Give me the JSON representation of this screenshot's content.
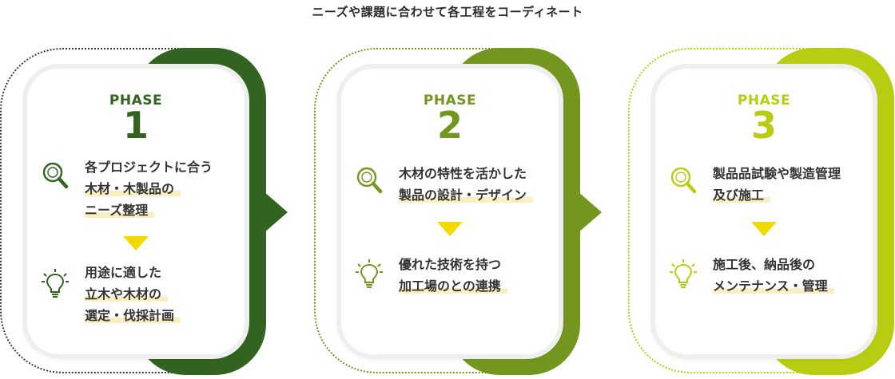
{
  "heading": "ニーズや課題に合わせて各工程をコーディネート",
  "phases": [
    {
      "label": "PHASE",
      "number": "1",
      "color": "#326320",
      "items": [
        {
          "icon": "magnifier-icon",
          "lines": [
            "各プロジェクトに合う",
            "木材・木製品の",
            "ニーズ整理"
          ]
        },
        {
          "icon": "lightbulb-icon",
          "lines": [
            "用途に適した",
            "立木や木材の",
            "選定・伐採計画"
          ]
        }
      ]
    },
    {
      "label": "PHASE",
      "number": "2",
      "color": "#73961f",
      "items": [
        {
          "icon": "magnifier-icon",
          "lines": [
            "木材の特性を活かした",
            "製品の設計・デザイン"
          ]
        },
        {
          "icon": "lightbulb-icon",
          "lines": [
            "優れた技術を持つ",
            "加工場のとの連携"
          ]
        }
      ]
    },
    {
      "label": "PHASE",
      "number": "3",
      "color": "#b8cc12",
      "items": [
        {
          "icon": "magnifier-icon",
          "lines": [
            "製品品試験や製造管理",
            "及び施工"
          ]
        },
        {
          "icon": "lightbulb-icon",
          "lines": [
            "施工後、納品後の",
            "メンテナンス・管理"
          ]
        }
      ]
    }
  ]
}
